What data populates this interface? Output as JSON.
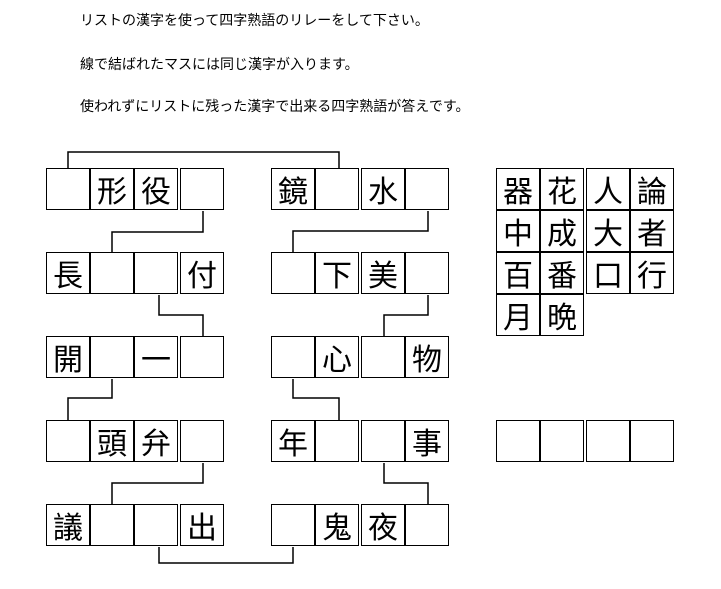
{
  "instructions": [
    "リストの漢字を使って四字熟語のリレーをして下さい。",
    "線で結ばれたマスには同じ漢字が入ります。",
    "使われずにリストに残った漢字で出来る四字熟語が答えです。"
  ],
  "puzzle": {
    "left_column": [
      [
        "",
        "形",
        "役",
        ""
      ],
      [
        "長",
        "",
        "",
        "付"
      ],
      [
        "開",
        "",
        "一",
        ""
      ],
      [
        "",
        "頭",
        "弁",
        ""
      ],
      [
        "議",
        "",
        "",
        "出"
      ]
    ],
    "right_column": [
      [
        "鏡",
        "",
        "水",
        ""
      ],
      [
        "",
        "下",
        "美",
        ""
      ],
      [
        "",
        "心",
        "",
        "物"
      ],
      [
        "年",
        "",
        "",
        "事"
      ],
      [
        "",
        "鬼",
        "夜",
        ""
      ]
    ]
  },
  "kanji_list": [
    [
      "器",
      "花",
      "人",
      "論"
    ],
    [
      "中",
      "成",
      "大",
      "者"
    ],
    [
      "百",
      "番",
      "口",
      "行"
    ],
    [
      "月",
      "晩"
    ]
  ],
  "answer_cells": [
    "",
    "",
    "",
    ""
  ]
}
